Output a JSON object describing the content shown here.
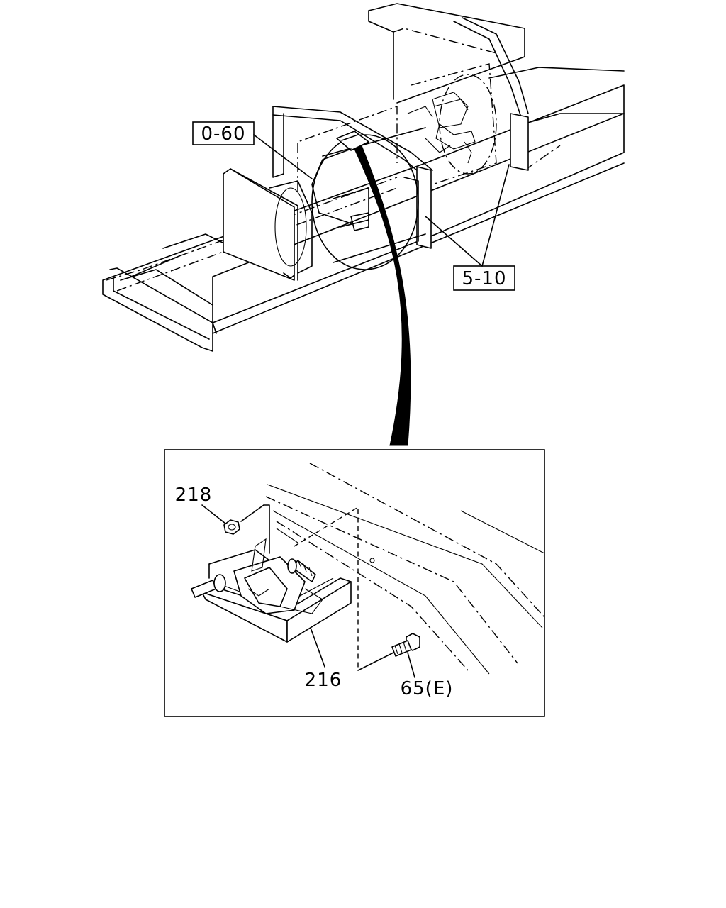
{
  "labels": {
    "ref_0_60": "0-60",
    "ref_5_10": "5-10",
    "part_218": "218",
    "part_216": "216",
    "part_65e": "65(E)"
  }
}
